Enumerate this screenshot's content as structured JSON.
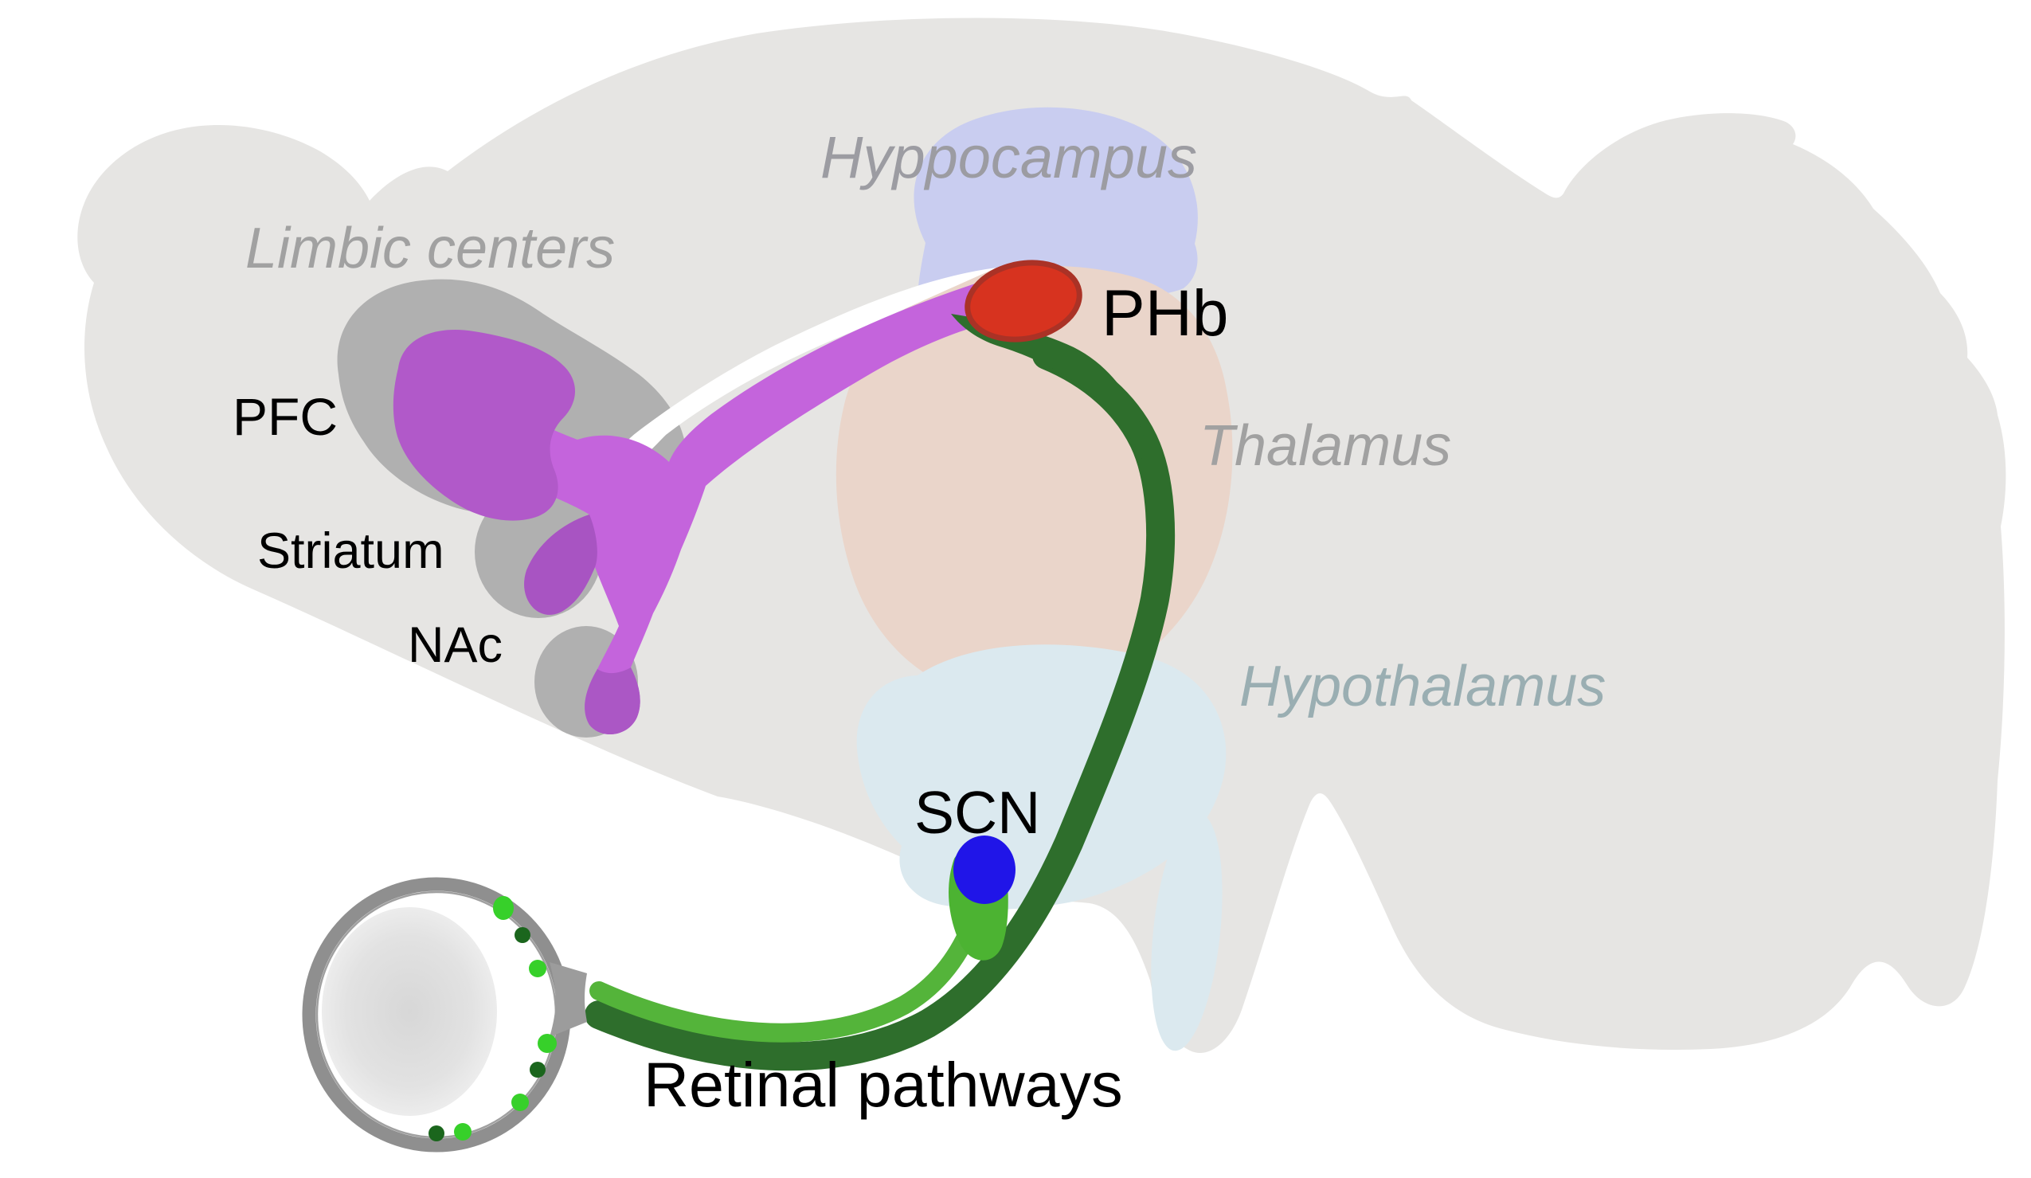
{
  "figure": {
    "kind": "brain-sagittal-pathway-diagram",
    "labels": {
      "limbic_centers": "Limbic centers",
      "hippocampus": "Hyppocampus",
      "pfc": "PFC",
      "striatum": "Striatum",
      "nac": "NAc",
      "phb": "PHb",
      "thalamus": "Thalamus",
      "hypothalamus": "Hypothalamus",
      "scn": "SCN",
      "retinal_pathways": "Retinal pathways"
    },
    "colors": {
      "background": "#ffffff",
      "brain": "#e6e5e3",
      "hippocampus_region": "#c9cdf0",
      "thalamus_region": "#ead5ca",
      "hypothalamus_region": "#dbe9ef",
      "limbic_nuclei_gray": "#b0b0b0",
      "white_tract": "#ffffff",
      "pathway_purple": "#c464dc",
      "pfc_purple": "#b159c9",
      "striatum_purple": "#a854c2",
      "nac_purple": "#ab57c5",
      "retinal_dark_green": "#2e6e2c",
      "retinal_light_green": "#54b43a",
      "scn_bulb_green": "#4cb332",
      "phb_red": "#d7331f",
      "phb_red_stroke": "#aa3226",
      "scn_blue": "#2015e8",
      "eye_ring": "#8f8f8f",
      "eye_ring_inner_line": "#777777",
      "optic_disc": "#9c9c9c",
      "iprgc_light": "#37d02a",
      "iprgc_dark": "#1b661d",
      "label_gray": "#a1a1a1",
      "hypothalamus_label_color": "#9aaeb2",
      "label_black": "#000000"
    }
  }
}
